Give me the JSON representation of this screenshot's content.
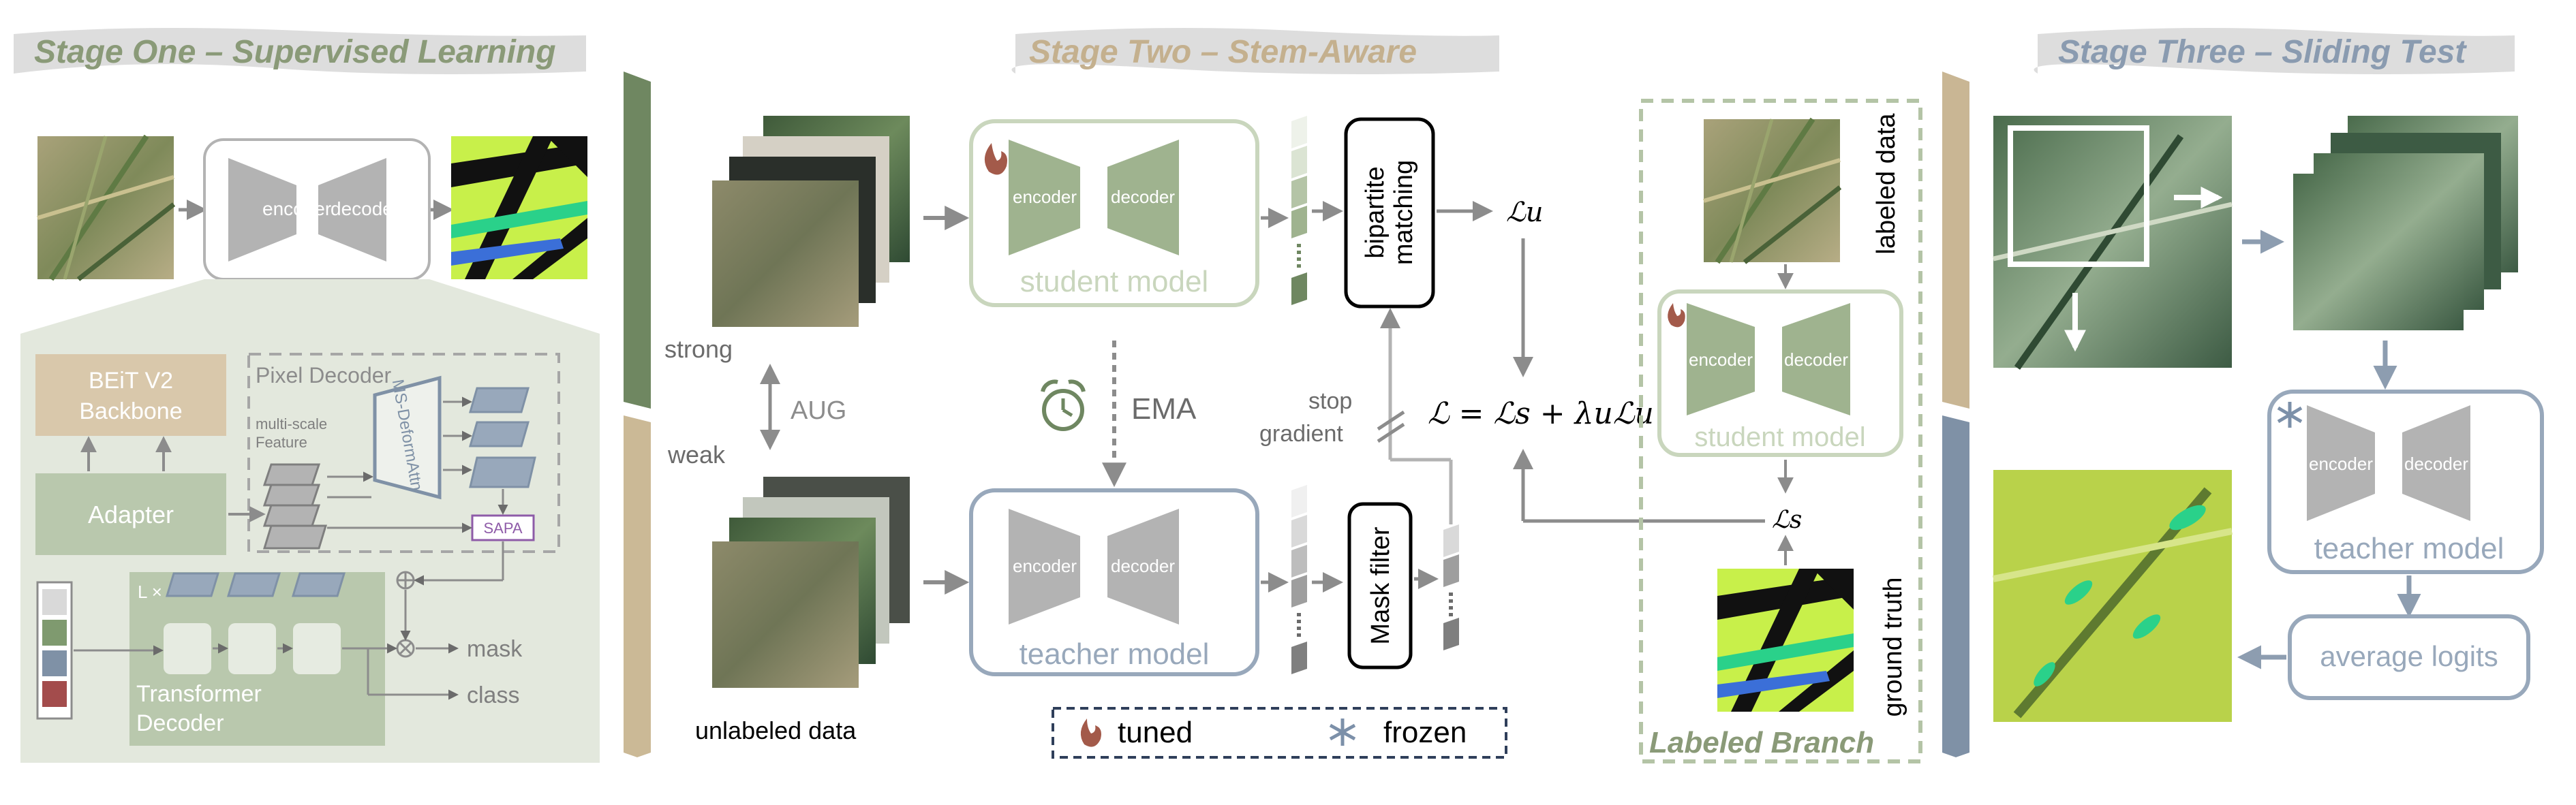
{
  "stage1": {
    "title": "Stage One – Supervised Learning",
    "encoder": "encoder",
    "decoder": "decoder",
    "backbone_line1": "BEiT V2",
    "backbone_line2": "Backbone",
    "pixel_decoder": "Pixel Decoder",
    "adapter": "Adapter",
    "multiscale_line1": "multi-scale",
    "multiscale_line2": "Feature",
    "msdeform": "MS-DeformAttn",
    "sapa": "SAPA",
    "lx": "L ×",
    "transformer_line1": "Transformer",
    "transformer_line2": "Decoder",
    "mask": "mask",
    "class": "class"
  },
  "stage2": {
    "title": "Stage Two – Stem-Aware",
    "strong": "strong",
    "weak": "weak",
    "aug": "AUG",
    "unlabeled": "unlabeled data",
    "encoder": "encoder",
    "decoder": "decoder",
    "student_model": "student model",
    "teacher_model": "teacher model",
    "ema": "EMA",
    "bipartite_line1": "bipartite",
    "bipartite_line2": "matching",
    "mask_filter": "Mask filter",
    "loss_u": "ℒu",
    "stop_line1": "stop",
    "stop_line2": "gradient",
    "total_loss": "ℒ = ℒs + λuℒu",
    "loss_s": "ℒs",
    "legend_tuned": "tuned",
    "legend_frozen": "frozen",
    "labeled_data": "labeled data",
    "ground_truth": "ground truth",
    "labeled_branch": "Labeled Branch"
  },
  "stage3": {
    "title": "Stage Three – Sliding Test",
    "encoder": "encoder",
    "decoder": "decoder",
    "teacher_model": "teacher model",
    "average_logits": "average logits"
  },
  "colors": {
    "stage1_title": "#8a9a78",
    "stage2_title": "#c4b08e",
    "stage3_title": "#8a9bb0",
    "brush": "#d9d9d9",
    "green_dark": "#6f8761",
    "green_mid": "#9fb38f",
    "green_pale": "#c9d6bd",
    "tan": "#d9c8ab",
    "slate": "#7f91a6",
    "gray_shape": "#b3b3b3",
    "flame": "#a35a4a",
    "snow": "#7c90a9"
  },
  "icons": [
    "flame-icon",
    "snowflake-icon",
    "alarm-clock-icon",
    "encoder-decoder-icon"
  ]
}
